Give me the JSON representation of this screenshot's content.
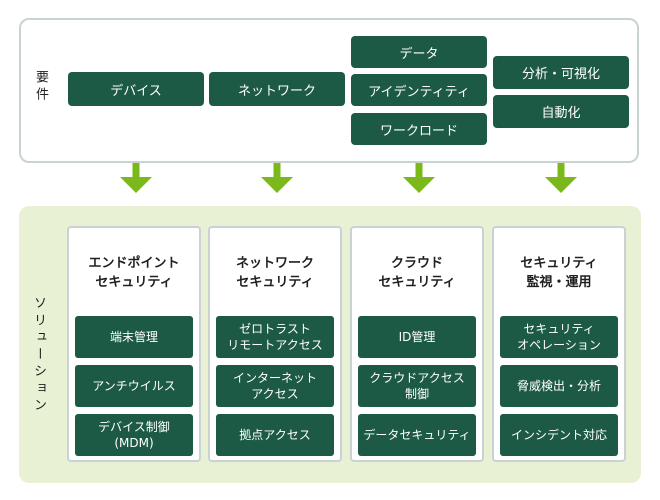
{
  "requirements": {
    "label": "要件",
    "items": [
      "デバイス",
      "ネットワーク",
      "データ",
      "アイデンティティ",
      "ワークロード",
      "分析・可視化",
      "自動化"
    ]
  },
  "solutions": {
    "label": "ソリューション",
    "columns": [
      {
        "title": "エンドポイント\nセキュリティ",
        "items": [
          "端末管理",
          "アンチウイルス",
          "デバイス制御\n(MDM)"
        ]
      },
      {
        "title": "ネットワーク\nセキュリティ",
        "items": [
          "ゼロトラスト\nリモートアクセス",
          "インターネット\nアクセス",
          "拠点アクセス"
        ]
      },
      {
        "title": "クラウド\nセキュリティ",
        "items": [
          "ID管理",
          "クラウドアクセス\n制御",
          "データセキュリティ"
        ]
      },
      {
        "title": "セキュリティ\n監視・運用",
        "items": [
          "セキュリティ\nオペレーション",
          "脅威検出・分析",
          "インシデント対応"
        ]
      }
    ]
  },
  "colors": {
    "dark_green": "#1d5a45",
    "arrow_green": "#7ab81c",
    "solution_bg": "#e8f1d4",
    "border_gray": "#c9d2d5"
  }
}
